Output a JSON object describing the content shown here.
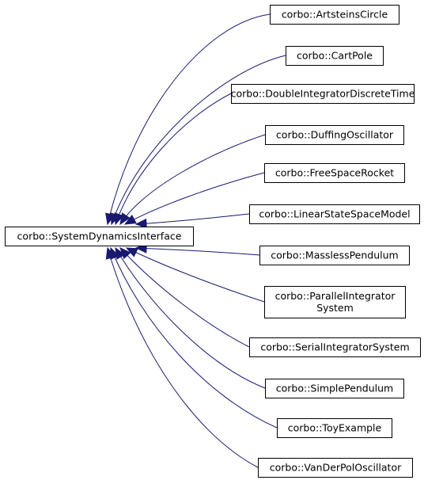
{
  "diagram": {
    "base": {
      "id": "base",
      "lines": [
        "corbo::SystemDynamicsInterface"
      ]
    },
    "derived": [
      {
        "id": "artsteins-circle",
        "lines": [
          "corbo::ArtsteinsCircle"
        ]
      },
      {
        "id": "cart-pole",
        "lines": [
          "corbo::CartPole"
        ]
      },
      {
        "id": "double-integrator-discrete-time",
        "lines": [
          "corbo::DoubleIntegratorDiscreteTime"
        ]
      },
      {
        "id": "duffing-oscillator",
        "lines": [
          "corbo::DuffingOscillator"
        ]
      },
      {
        "id": "free-space-rocket",
        "lines": [
          "corbo::FreeSpaceRocket"
        ]
      },
      {
        "id": "linear-state-space-model",
        "lines": [
          "corbo::LinearStateSpaceModel"
        ]
      },
      {
        "id": "massless-pendulum",
        "lines": [
          "corbo::MasslessPendulum"
        ]
      },
      {
        "id": "parallel-integrator-system",
        "lines": [
          "corbo::ParallelIntegrator",
          "System"
        ]
      },
      {
        "id": "serial-integrator-system",
        "lines": [
          "corbo::SerialIntegratorSystem"
        ]
      },
      {
        "id": "simple-pendulum",
        "lines": [
          "corbo::SimplePendulum"
        ]
      },
      {
        "id": "toy-example",
        "lines": [
          "corbo::ToyExample"
        ]
      },
      {
        "id": "van-der-pol-oscillator",
        "lines": [
          "corbo::VanDerPolOscillator"
        ]
      }
    ],
    "colors": {
      "edge": "#191970",
      "box_border": "#000000",
      "box_fill": "#ffffff"
    }
  }
}
